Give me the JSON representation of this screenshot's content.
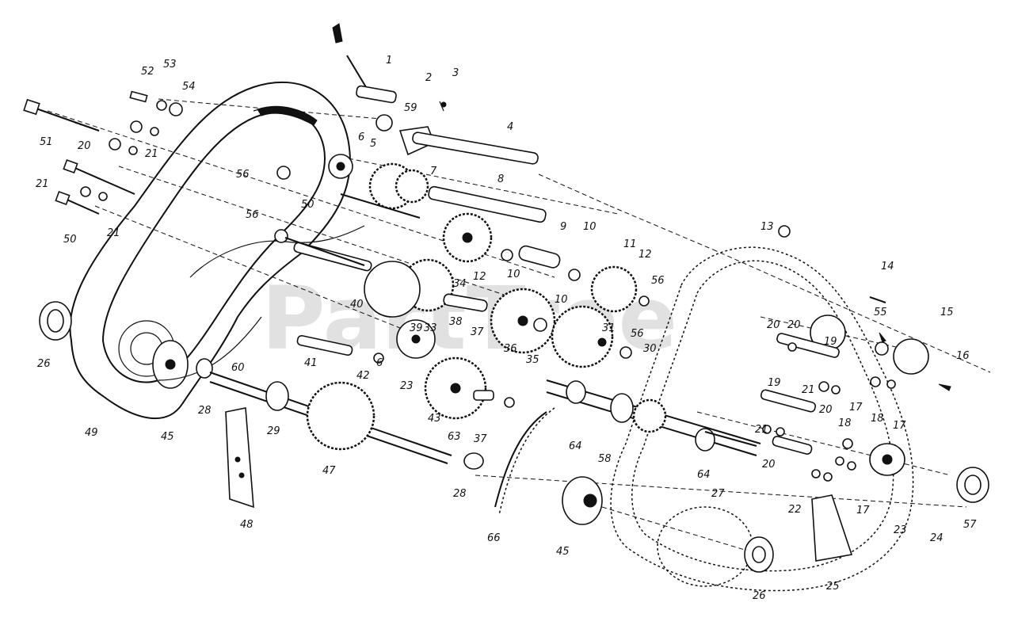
{
  "watermark": "PartTree",
  "part_labels": [
    "1",
    "2",
    "3",
    "4",
    "5",
    "6",
    "7",
    "8",
    "9",
    "10",
    "10",
    "10",
    "11",
    "12",
    "12",
    "13",
    "14",
    "15",
    "16",
    "17",
    "17",
    "17",
    "18",
    "18",
    "19",
    "19",
    "20",
    "20",
    "20",
    "20",
    "20",
    "21",
    "21",
    "21",
    "21",
    "21",
    "22",
    "23",
    "23",
    "24",
    "25",
    "26",
    "26",
    "27",
    "28",
    "28",
    "29",
    "30",
    "31",
    "33",
    "34",
    "35",
    "36",
    "37",
    "37",
    "38",
    "39",
    "40",
    "41",
    "42",
    "43",
    "45",
    "45",
    "47",
    "48",
    "49",
    "50",
    "50",
    "51",
    "52",
    "53",
    "54",
    "55",
    "56",
    "56",
    "56",
    "56",
    "57",
    "58",
    "59",
    "60",
    "63",
    "64",
    "64",
    "66",
    "6"
  ]
}
